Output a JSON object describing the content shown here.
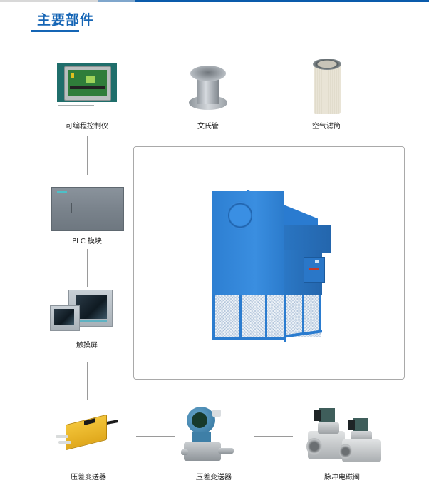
{
  "header": {
    "title": "主要部件"
  },
  "components": [
    {
      "id": "controller",
      "label": "可编程控制仪",
      "image": "programmable-controller"
    },
    {
      "id": "venturi",
      "label": "文氏管",
      "image": "venturi-tube"
    },
    {
      "id": "air-filter",
      "label": "空气滤筒",
      "image": "air-filter-cartridge"
    },
    {
      "id": "plc",
      "label": "PLC 模块",
      "image": "plc-module"
    },
    {
      "id": "touchscreen",
      "label": "触摸屏",
      "image": "touch-screen"
    },
    {
      "id": "dp-transmitter-1",
      "label": "压差变送器",
      "image": "yellow-pressure-transmitter"
    },
    {
      "id": "dp-transmitter-2",
      "label": "压差变送器",
      "image": "blue-pressure-transmitter"
    },
    {
      "id": "pulse-valve",
      "label": "脉冲电磁阀",
      "image": "pulse-solenoid-valve"
    }
  ],
  "main_image": {
    "subject": "blue-dust-collector",
    "color": "#2d7fd2"
  },
  "colors": {
    "brand_blue": "#1565b5",
    "top_bar_blue": "#0a5bab",
    "connector_gray": "#9a9a9a"
  }
}
